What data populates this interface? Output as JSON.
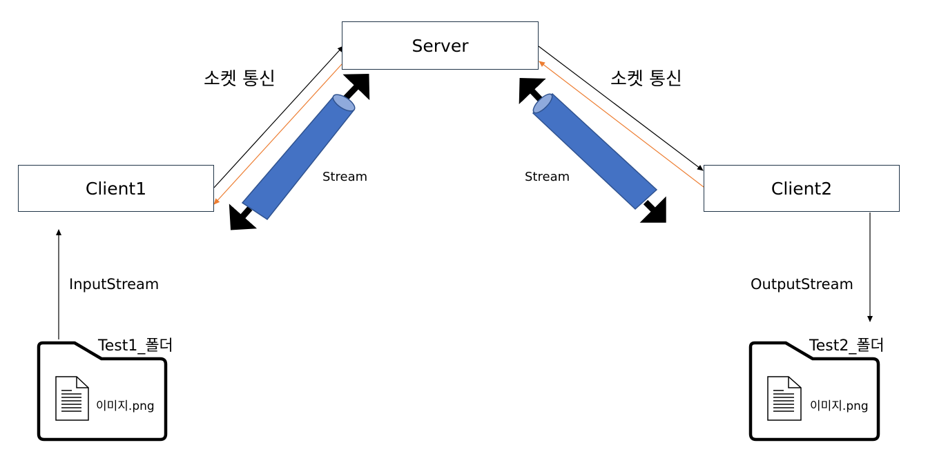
{
  "nodes": {
    "server": "Server",
    "client1": "Client1",
    "client2": "Client2"
  },
  "connections": {
    "left_socket": "소켓 통신",
    "right_socket": "소켓 통신",
    "left_stream": "Stream",
    "right_stream": "Stream"
  },
  "io": {
    "input": "InputStream",
    "output": "OutputStream"
  },
  "folders": [
    {
      "title": "Test1_폴더",
      "file": "이미지.png"
    },
    {
      "title": "Test2_폴더",
      "file": "이미지.png"
    }
  ],
  "colors": {
    "box_border": "#1f3347",
    "line": "#000000",
    "return_line": "#ed7d31",
    "pipe_fill": "#4472c4",
    "pipe_end": "#8faadc"
  }
}
